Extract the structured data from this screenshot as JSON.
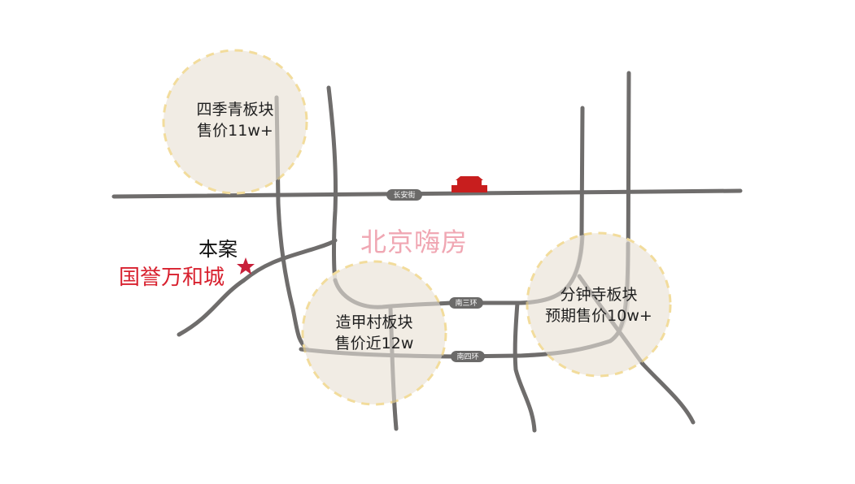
{
  "map": {
    "watermark": "北京嗨房",
    "project": {
      "tag": "本案",
      "name": "国誉万和城",
      "marker_icon": "star-icon",
      "marker_color": "#c8203a"
    },
    "landmark": {
      "icon": "tiananmen-icon",
      "color": "#c81e1e"
    },
    "roads": [
      {
        "label": "长安街"
      },
      {
        "label": "南三环"
      },
      {
        "label": "南四环"
      }
    ],
    "areas": [
      {
        "name": "四季青板块",
        "price": "售价11w+"
      },
      {
        "name": "造甲村板块",
        "price": "售价近12w"
      },
      {
        "name": "分钟寺板块",
        "price": "预期售价10w+"
      }
    ],
    "colors": {
      "road": "#6f6d6c",
      "area_fill": "#efe9e0",
      "area_border": "#f2dc9c",
      "watermark": "#f0a7b3",
      "project_name": "#d8202e"
    }
  }
}
